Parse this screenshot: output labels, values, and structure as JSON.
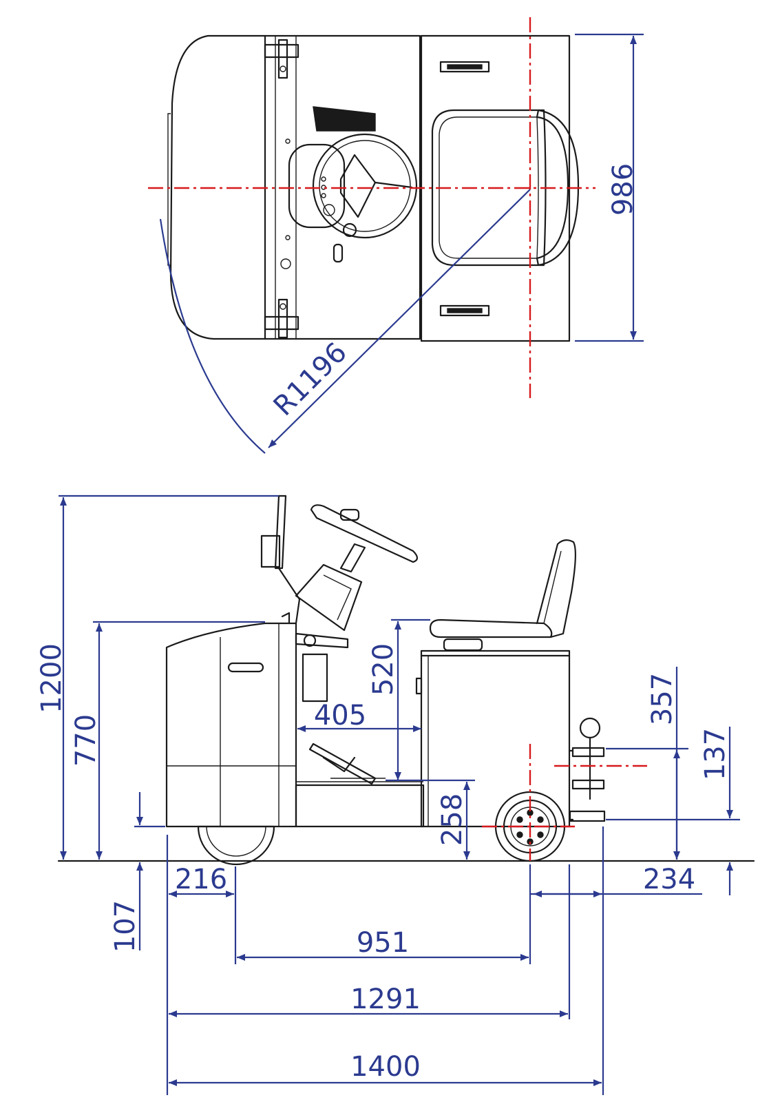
{
  "colors": {
    "outline": "#1a1a1a",
    "dimension": "#2b3a8f",
    "centerline": "#d7191c"
  },
  "dimensions": {
    "width_top_view": "986",
    "turning_radius": "R1196",
    "overall_height": "1200",
    "seat_height": "770",
    "seat_to_floor": "520",
    "seat_setback": "405",
    "floor_height": "258",
    "hitch_upper_range": "357",
    "hitch_range": "137",
    "hitch_lowest": "234",
    "ground_clearance": "107",
    "front_overhang": "216",
    "wheelbase": "951",
    "body_length": "1291",
    "overall_length": "1400"
  }
}
